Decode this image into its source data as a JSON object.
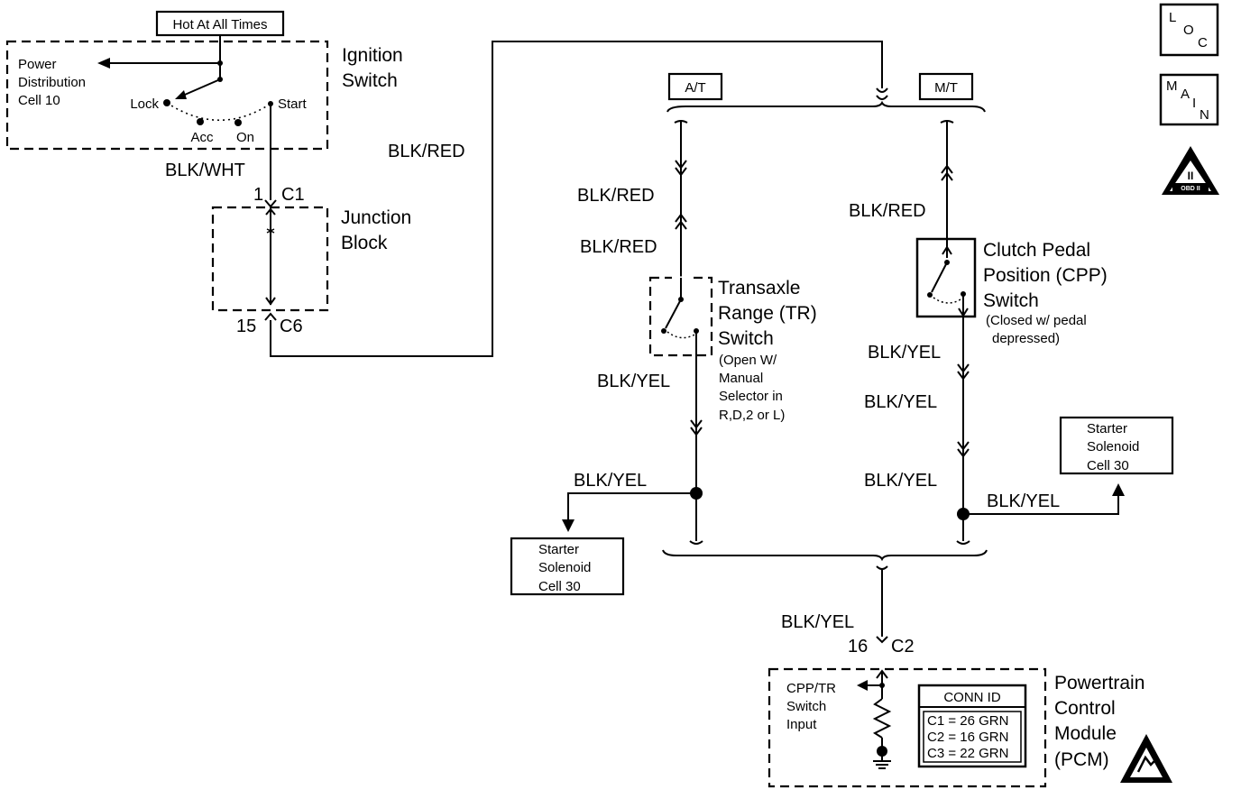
{
  "hot_label": "Hot At All Times",
  "ignition": {
    "title_line1": "Ignition",
    "title_line2": "Switch",
    "power_line1": "Power",
    "power_line2": "Distribution",
    "power_line3": "Cell 10",
    "lock": "Lock",
    "start": "Start",
    "acc": "Acc",
    "on": "On"
  },
  "junction": {
    "title_line1": "Junction",
    "title_line2": "Block",
    "top_pin": "1",
    "top_conn": "C1",
    "bottom_pin": "15",
    "bottom_conn": "C6"
  },
  "wires": {
    "blk_wht": "BLK/WHT",
    "blk_red_main": "BLK/RED",
    "at_blk_red_1": "BLK/RED",
    "at_blk_red_2": "BLK/RED",
    "at_blk_yel_1": "BLK/YEL",
    "at_blk_yel_2": "BLK/YEL",
    "mt_blk_red": "BLK/RED",
    "mt_blk_yel_1": "BLK/YEL",
    "mt_blk_yel_2": "BLK/YEL",
    "mt_blk_yel_3": "BLK/YEL",
    "mt_blk_yel_4": "BLK/YEL",
    "pcm_blk_yel": "BLK/YEL"
  },
  "at_label": "A/T",
  "mt_label": "M/T",
  "tr_switch": {
    "line1": "Transaxle",
    "line2": "Range (TR)",
    "line3": "Switch",
    "note1": "(Open W/",
    "note2": "Manual",
    "note3": "Selector in",
    "note4": "R,D,2 or L)"
  },
  "cpp_switch": {
    "line1": "Clutch Pedal",
    "line2": "Position (CPP)",
    "line3": "Switch",
    "note1": "(Closed w/ pedal",
    "note2": "depressed)"
  },
  "starter_left": {
    "line1": "Starter",
    "line2": "Solenoid",
    "line3": "Cell 30"
  },
  "starter_right": {
    "line1": "Starter",
    "line2": "Solenoid",
    "line3": "Cell 30"
  },
  "pcm": {
    "pin": "16",
    "conn": "C2",
    "input1": "CPP/TR",
    "input2": "Switch",
    "input3": "Input",
    "title1": "Powertrain",
    "title2": "Control",
    "title3": "Module",
    "title4": "(PCM)",
    "conn_id_header": "CONN ID",
    "conn_c1": "C1 = 26 GRN",
    "conn_c2": "C2 = 16 GRN",
    "conn_c3": "C3 = 22 GRN"
  },
  "badges": {
    "loc": [
      "L",
      "O",
      "C"
    ],
    "main": [
      "M",
      "A",
      "I",
      "N"
    ],
    "obd_numeral": "II",
    "obd_text": "OBD II"
  }
}
